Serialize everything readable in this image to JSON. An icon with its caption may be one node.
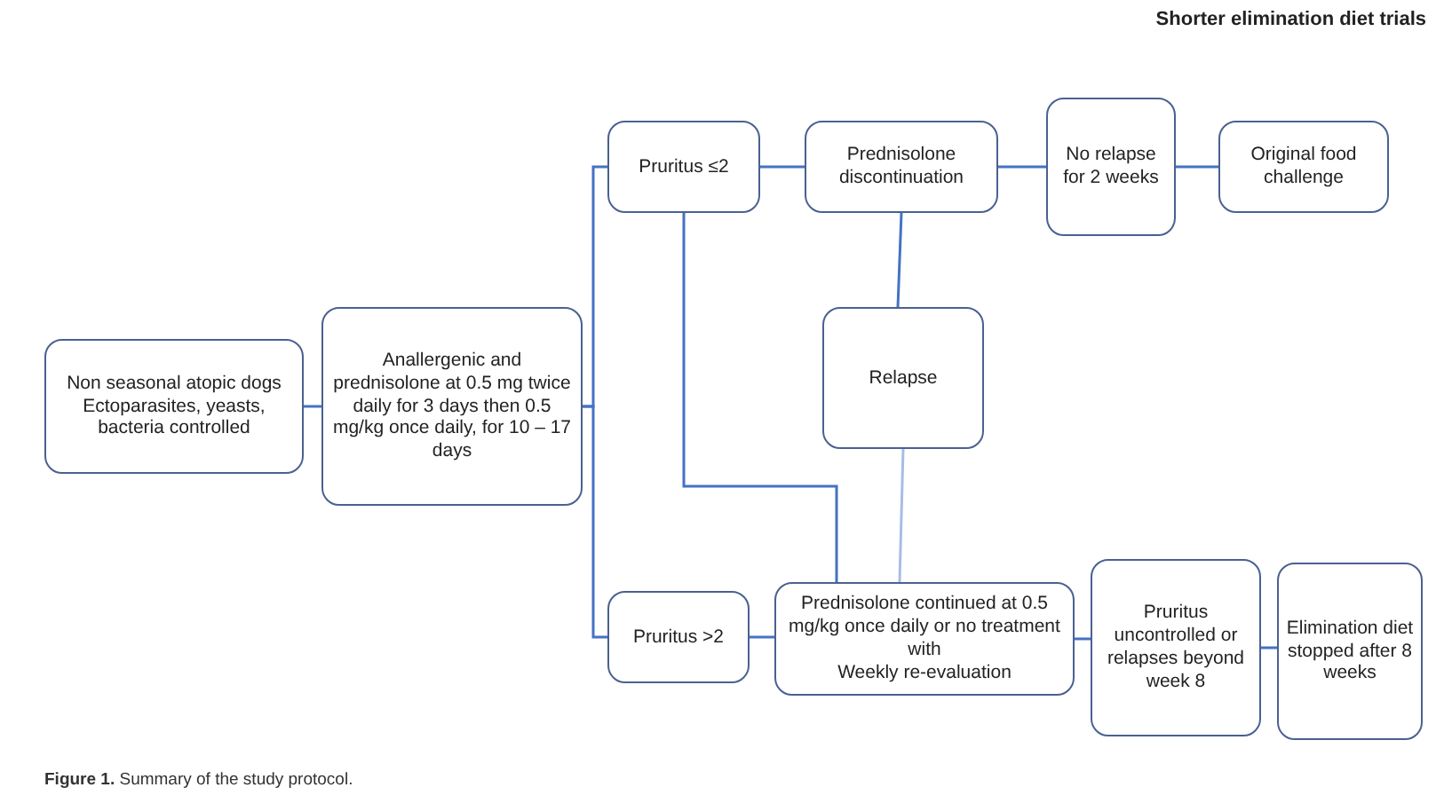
{
  "diagram": {
    "title": "Shorter elimination diet trials",
    "caption": "**Figure 1.** Summary of the study protocol.",
    "nodes": [
      {
        "text": [
          "Non seasonal atopic dogs",
          "Ectoparasites, yeasts, bacteria controlled"
        ]
      },
      {
        "text": [
          "Anallergenic and prednisolone at 0.5 mg twice daily for 3 days then 0.5 mg/kg once daily, for 10 – 17 days"
        ]
      },
      {
        "text": [
          "Pruritus ≤2"
        ]
      },
      {
        "text": [
          "Prednisolone discontinuation"
        ]
      },
      {
        "text": [
          "No relapse for 2 weeks"
        ]
      },
      {
        "text": [
          "Original food challenge"
        ]
      },
      {
        "text": [
          "Relapse"
        ]
      },
      {
        "text": [
          "Pruritus >2"
        ]
      },
      {
        "text": [
          "Prednisolone continued at 0.5 mg/kg once daily or no treatment with",
          "Weekly re-evaluation"
        ]
      },
      {
        "text": [
          "Pruritus uncontrolled or relapses beyond week 8"
        ]
      },
      {
        "text": [
          "Elimination diet stopped after 8 weeks"
        ]
      }
    ],
    "edges": [
      {
        "from": 0,
        "to": 1,
        "arrow": "none"
      },
      {
        "from": 1,
        "to": 2,
        "arrow": "none"
      },
      {
        "from": 1,
        "to": 7,
        "arrow": "none"
      },
      {
        "from": 2,
        "to": 3,
        "arrow": "none"
      },
      {
        "from": 3,
        "to": 4,
        "arrow": "none"
      },
      {
        "from": 4,
        "to": 5,
        "arrow": "none"
      },
      {
        "from": 3,
        "to": 6,
        "arrow": "none"
      },
      {
        "from": 2,
        "to": 8,
        "arrow": "none"
      },
      {
        "from": 6,
        "to": 8,
        "arrow": "none",
        "color": "#a8bce4"
      },
      {
        "from": 7,
        "to": 8,
        "arrow": "none"
      },
      {
        "from": 8,
        "to": 9,
        "arrow": "none"
      },
      {
        "from": 9,
        "to": 10,
        "arrow": "none"
      }
    ]
  }
}
